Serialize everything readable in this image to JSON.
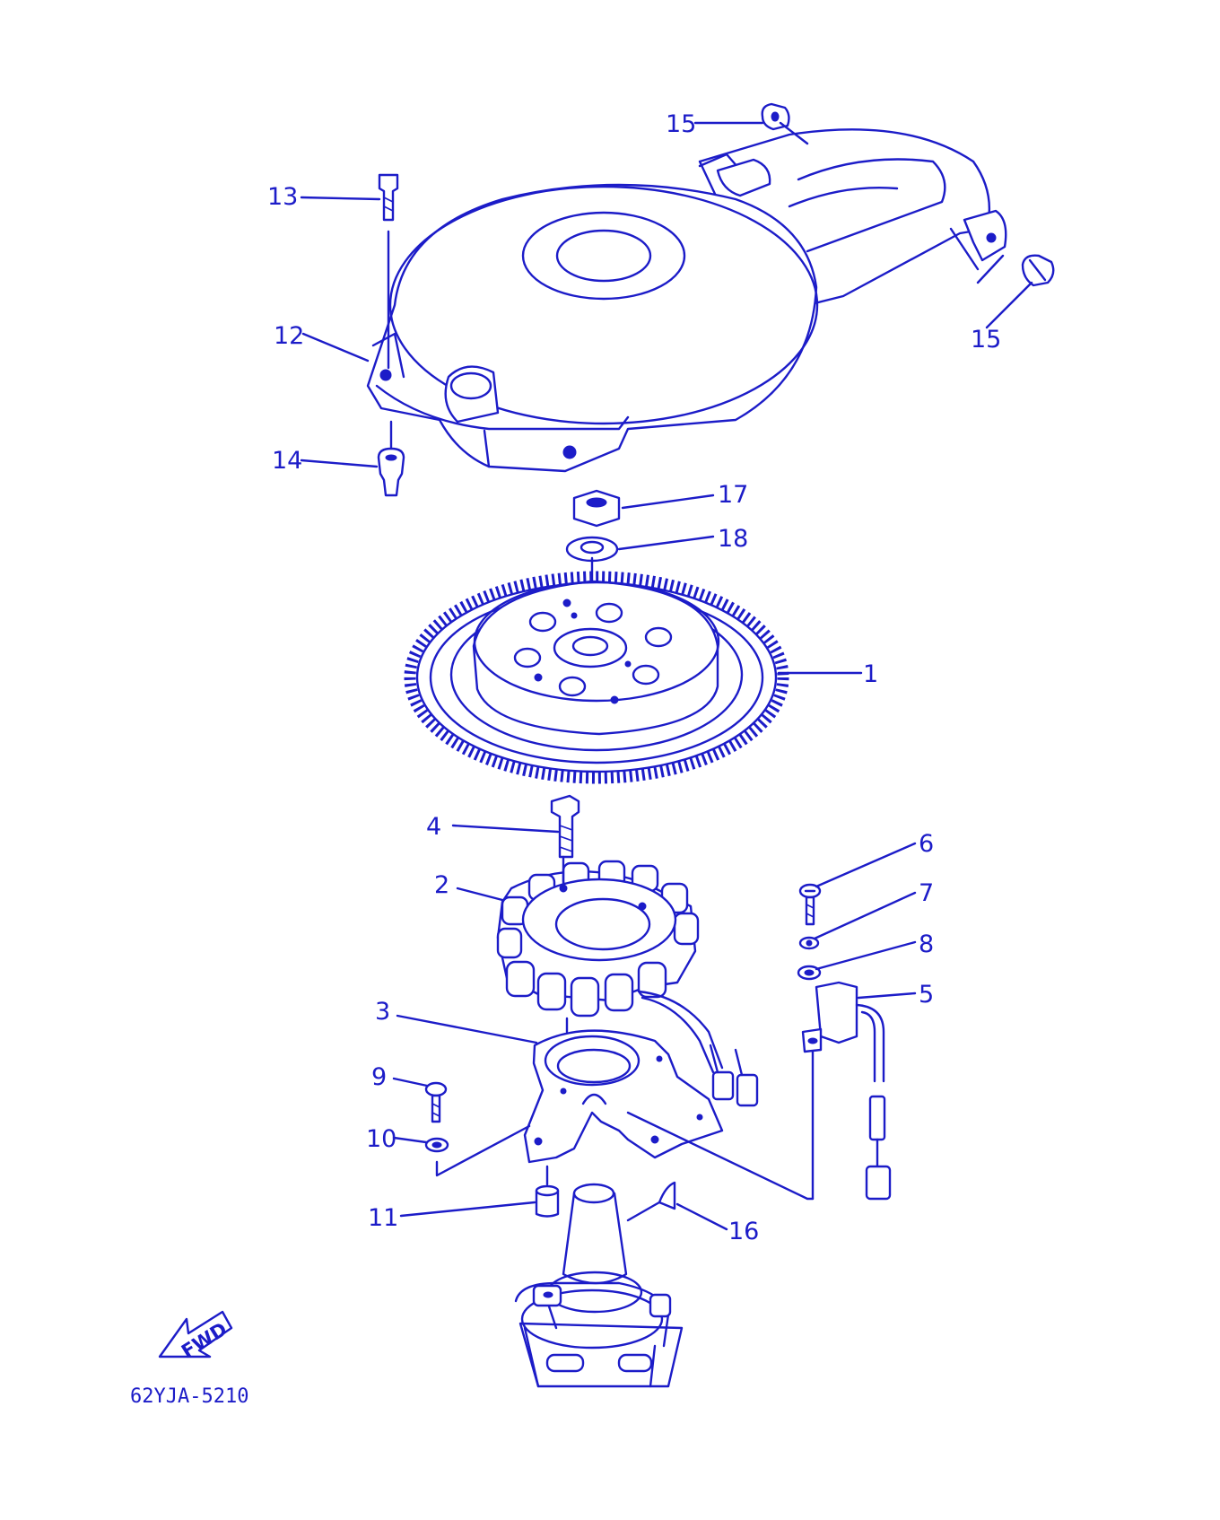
{
  "diagram": {
    "part_code": "62YJA-5210",
    "fwd_label": "FWD",
    "accent_color": "#1c1cc8",
    "callouts": [
      "1",
      "2",
      "3",
      "4",
      "5",
      "6",
      "7",
      "8",
      "9",
      "10",
      "11",
      "12",
      "13",
      "14",
      "15",
      "15",
      "16",
      "17",
      "18"
    ]
  }
}
